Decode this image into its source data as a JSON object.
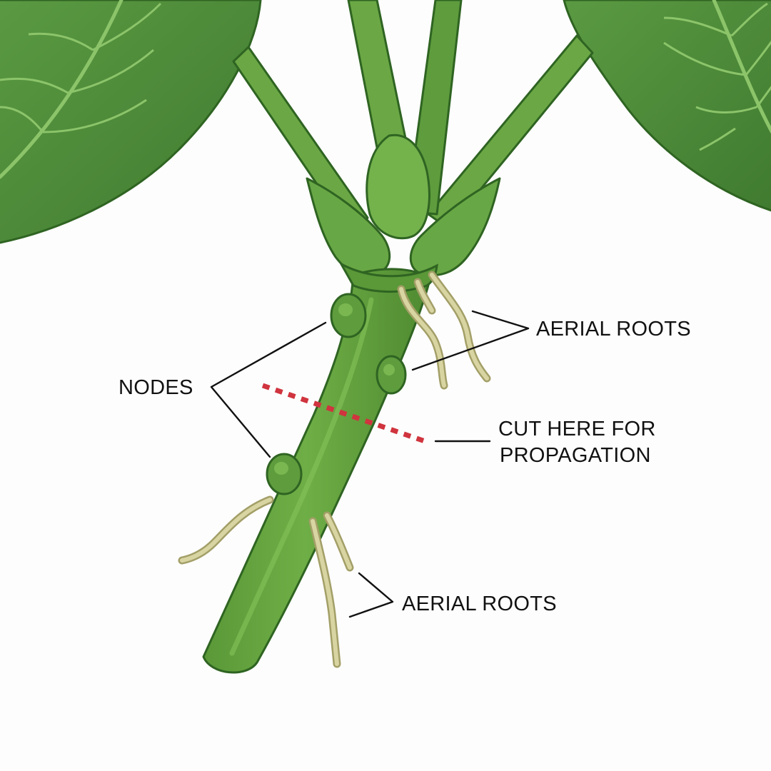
{
  "labels": {
    "nodes": "NODES",
    "aerial_roots_upper": "AERIAL ROOTS",
    "cut_line1": "CUT HERE FOR",
    "cut_line2": "PROPAGATION",
    "aerial_roots_lower": "AERIAL ROOTS"
  },
  "colors": {
    "background": "#fdfdfd",
    "leaf": "#4e8a3a",
    "leaf_vein": "#8cc46a",
    "stem": "#5f9e3c",
    "stem_highlight": "#7cb94f",
    "stem_outline": "#2f6422",
    "root": "#cfcc96",
    "root_outline": "#a39f68",
    "cut_line": "#d0343e",
    "text": "#111111"
  }
}
